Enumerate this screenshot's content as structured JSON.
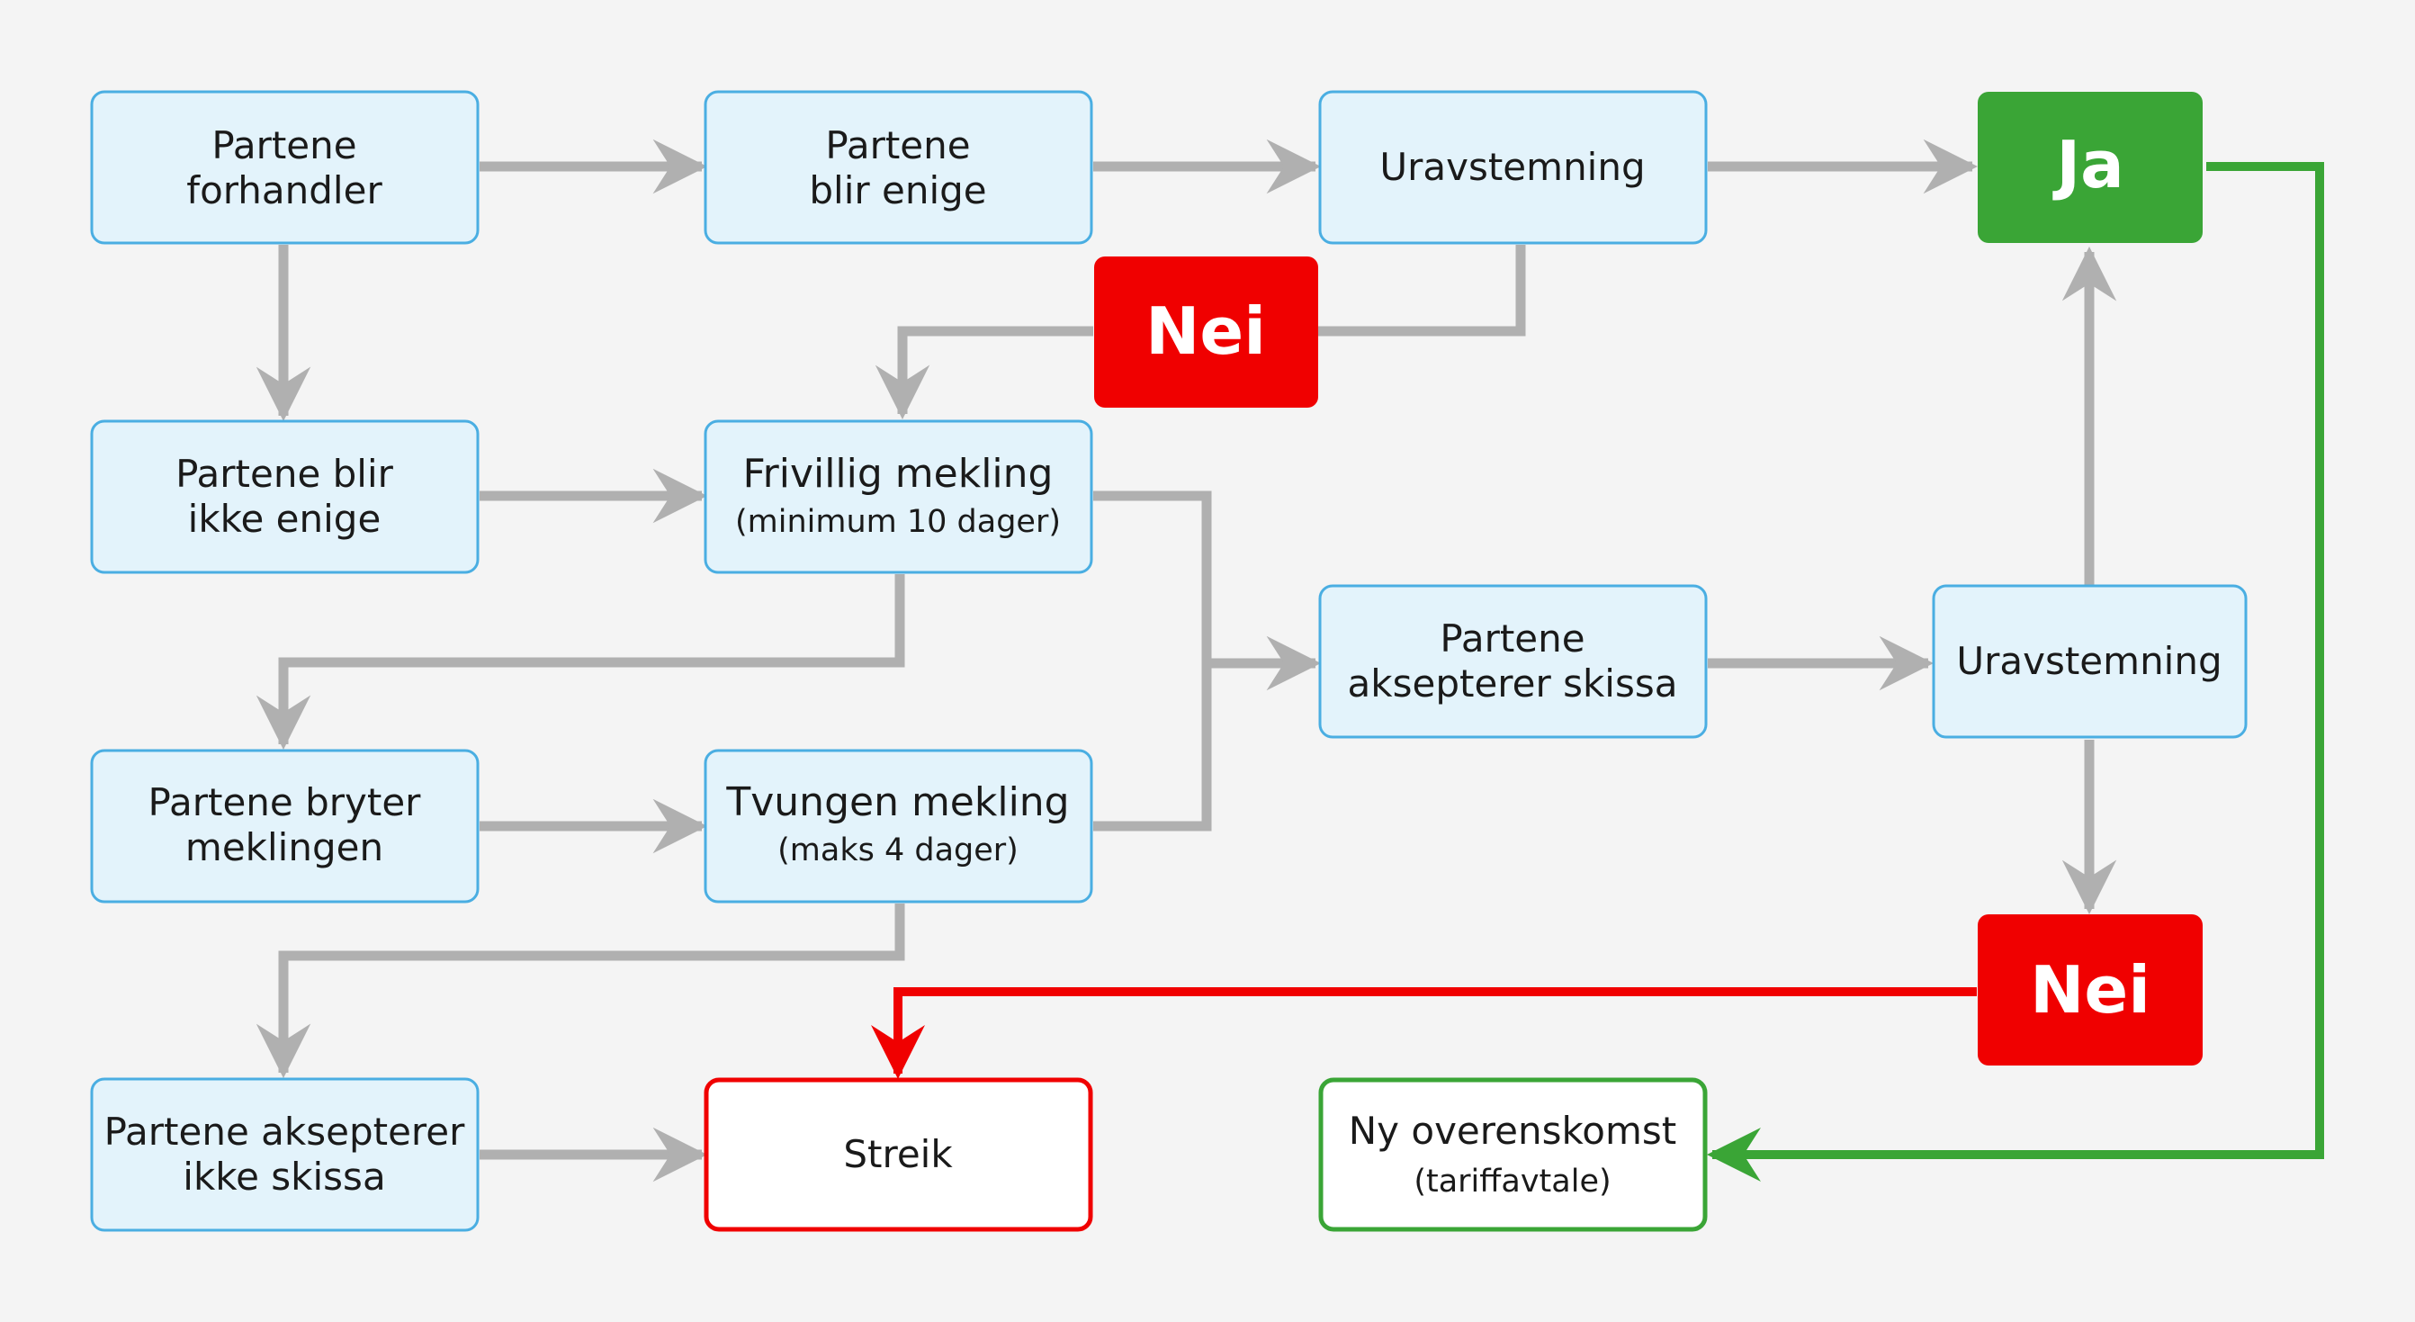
{
  "colors": {
    "background": "#f4f4f4",
    "box_fill": "#e3f3fb",
    "box_border": "#4aaee2",
    "arrow_gray": "#b0b0b0",
    "green": "#3aa536",
    "red": "#f00000",
    "text": "#1a1a1a"
  },
  "nodes": {
    "partene_forhandler": [
      "Partene",
      "forhandler"
    ],
    "partene_blir_enige": [
      "Partene",
      "blir enige"
    ],
    "uravstemning_top": [
      "Uravstemning"
    ],
    "ja": "Ja",
    "nei_top": "Nei",
    "partene_blir_ikke_enige": [
      "Partene blir",
      "ikke enige"
    ],
    "frivillig_mekling": {
      "title": "Frivillig mekling",
      "sub": "(minimum 10 dager)"
    },
    "partene_bryter_meklingen": [
      "Partene bryter",
      "meklingen"
    ],
    "tvungen_mekling": {
      "title": "Tvungen mekling",
      "sub": "(maks 4 dager)"
    },
    "partene_aksepterer_skissa": [
      "Partene",
      "aksepterer skissa"
    ],
    "uravstemning_right": [
      "Uravstemning"
    ],
    "nei_bottom": "Nei",
    "partene_aksepterer_ikke_skissa": [
      "Partene aksepterer",
      "ikke skissa"
    ],
    "streik": [
      "Streik"
    ],
    "ny_overenskomst": {
      "title": "Ny overenskomst",
      "sub": "(tariffavtale)"
    }
  }
}
